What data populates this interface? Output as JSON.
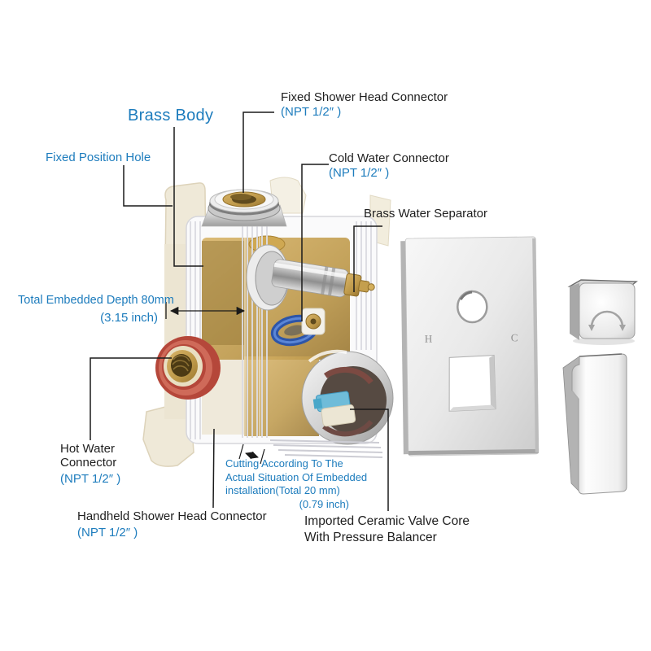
{
  "annotations": {
    "brass_body": {
      "label": "Brass Body"
    },
    "fixed_position_hole": {
      "label": "Fixed Position Hole"
    },
    "fixed_shower_head_connector": {
      "label": "Fixed Shower Head Connector",
      "spec": "(NPT 1/2″ )"
    },
    "cold_water_connector": {
      "label": "Cold Water Connector",
      "spec": "(NPT 1/2″ )"
    },
    "brass_water_separator": {
      "label": "Brass Water Separator"
    },
    "embedded_depth": {
      "line1": "Total Embedded Depth 80mm",
      "line2": "(3.15 inch)"
    },
    "hot_water_connector": {
      "label_line1": "Hot Water",
      "label_line2": "Connector",
      "spec": "(NPT 1/2″ )"
    },
    "handheld_shower_head_connector": {
      "label": "Handheld Shower Head Connector",
      "spec": "(NPT 1/2″ )"
    },
    "cutting_note": {
      "line1": "Cutting According To The",
      "line2": "Actual Situation Of Embedded",
      "line3": "installation(Total 20 mm)",
      "line4": "(0.79 inch)"
    },
    "ceramic_valve_core": {
      "line1": "Imported Ceramic Valve Core",
      "line2": "With Pressure Balancer"
    }
  },
  "plate": {
    "hot_marker": "H",
    "cold_marker": "C"
  },
  "colors": {
    "accent_blue": "#1d7cbd",
    "text_ink": "#1e1e1e",
    "leader_line": "#1a1a1a",
    "brass": "#bd9849",
    "hot_red": "#b5473a",
    "cold_blue": "#2d55a8",
    "ceramic_teal": "#6fbcd9",
    "bracket_cream": "#efe9d8",
    "chrome_light": "#f5f5f5",
    "chrome_dark": "#a5a5a5"
  }
}
